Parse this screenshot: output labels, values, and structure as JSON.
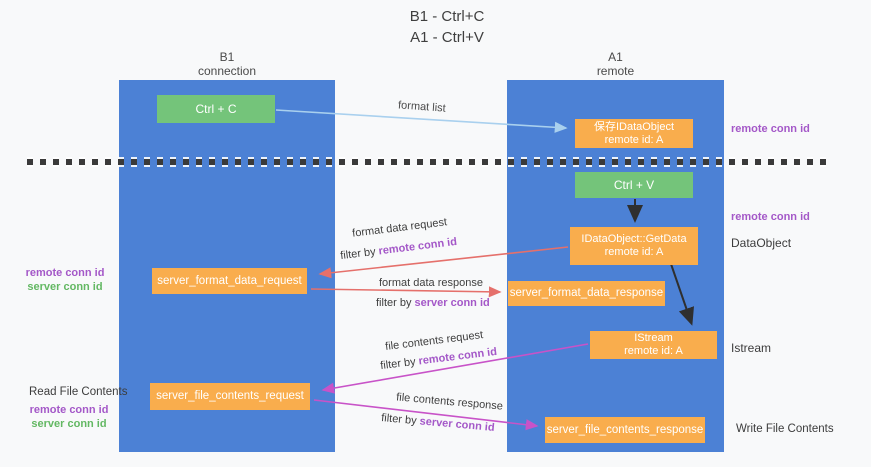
{
  "title": {
    "line1": "B1 - Ctrl+C",
    "line2": "A1 - Ctrl+V"
  },
  "columns": {
    "left": {
      "name": "B1",
      "subtitle": "connection"
    },
    "right": {
      "name": "A1",
      "subtitle": "remote"
    }
  },
  "boxes": {
    "ctrl_c": {
      "label": "Ctrl + C"
    },
    "ctrl_v": {
      "label": "Ctrl + V"
    },
    "save_dataobject": {
      "line1": "保存IDataObject",
      "line2": "remote id: A"
    },
    "getdata": {
      "line1": "IDataObject::GetData",
      "line2": "remote id: A"
    },
    "istream": {
      "line1": "IStream",
      "line2": "remote id: A"
    },
    "format_request": {
      "label": "server_format_data_request"
    },
    "format_response": {
      "label": "server_format_data_response"
    },
    "file_request": {
      "label": "server_file_contents_request"
    },
    "file_response": {
      "label": "server_file_contents_response"
    }
  },
  "arrow_labels": {
    "format_list": "format list",
    "format_request": {
      "title": "format data request",
      "filter_prefix": "filter by",
      "filter_value": "remote conn id"
    },
    "format_response": {
      "title": "format data response",
      "filter_prefix": "filter by",
      "filter_value": "server conn id"
    },
    "file_request": {
      "title": "file contents request",
      "filter_prefix": "filter by",
      "filter_value": "remote conn id"
    },
    "file_response": {
      "title": "file contents response",
      "filter_prefix": "filter by",
      "filter_value": "server conn id"
    }
  },
  "side_labels": {
    "right_conn_top": "remote conn id",
    "right_conn_mid": "remote conn id",
    "dataobject": "DataObject",
    "istream": "Istream",
    "write_file_contents": "Write File Contents",
    "read_file_contents": "Read File Contents",
    "left_format_remote": "remote conn id",
    "left_format_server": "server conn id",
    "left_file_remote": "remote conn id",
    "left_file_server": "server conn id"
  },
  "colors": {
    "background": "#f8f9fa",
    "column_blue": "#4c81d5",
    "box_green": "#74c47a",
    "box_orange": "#f9ad4d",
    "arrow_light_blue": "#a9d0ee",
    "arrow_salmon": "#e5706b",
    "arrow_magenta": "#c853c8",
    "arrow_black": "#2f2f2f",
    "label_purple": "#a458c8",
    "label_green": "#63b863",
    "text_dark": "#3d3d3d"
  }
}
